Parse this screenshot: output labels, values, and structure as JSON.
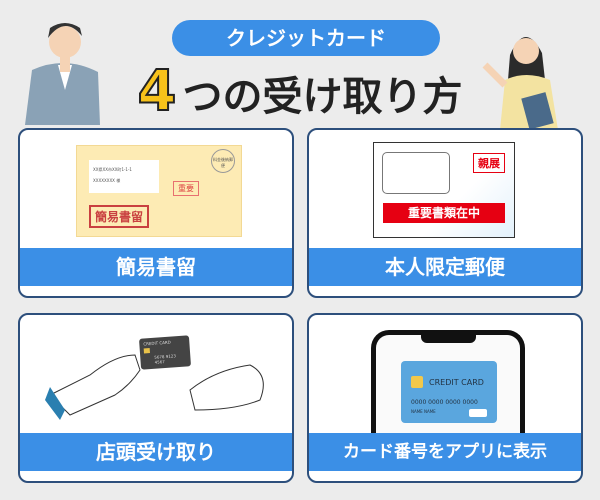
{
  "header": {
    "pill": "クレジットカード",
    "title_number": "4",
    "title_text": "つの受け取り方"
  },
  "colors": {
    "accent": "#3b8fe6",
    "border": "#2d4f7c",
    "highlight": "#f7c21a",
    "stamp_red": "#e60012"
  },
  "cards": [
    {
      "label": "簡易書留",
      "envelope": {
        "address": "XX県XX市XX町1-1-1",
        "name": "XXXXXXXX 様",
        "stamp_important": "重要",
        "postage": "料金後納郵便",
        "registered": "簡易書留"
      }
    },
    {
      "label": "本人限定郵便",
      "envelope": {
        "confidential": "親展",
        "banner": "重要書類在中"
      }
    },
    {
      "label": "店頭受け取り",
      "card": {
        "brand": "CREDIT CARD",
        "number": "5678 9123 4567"
      }
    },
    {
      "label": "カード番号をアプリに表示",
      "card": {
        "brand": "CREDIT CARD",
        "number": "0000 0000 0000 0000",
        "name": "NAME NAME"
      }
    }
  ]
}
